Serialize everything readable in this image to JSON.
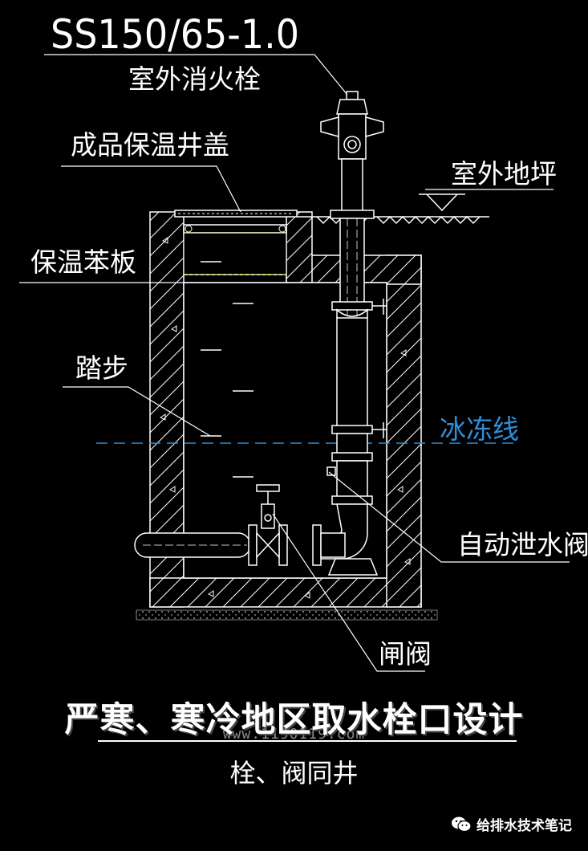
{
  "labels": {
    "model": "SS150/65-1.0",
    "hydrant": "室外消火栓",
    "cover": "成品保温井盖",
    "ground": "室外地坪",
    "insulation": "保温苯板",
    "steps": "踏步",
    "frost_line": "冰冻线",
    "drain_valve": "自动泄水阀",
    "gate_valve": "闸阀"
  },
  "title": "严寒、寒冷地区取水栓口设计",
  "watermark": "www.1190119.com",
  "subtitle": "栓、阀同井",
  "brand": "给排水技术笔记",
  "colors": {
    "background": "#000000",
    "lines": "#ffffff",
    "frost_line": "#2f8fd8",
    "insulation": "#c9d96a"
  },
  "icons": {
    "brand": "wechat-icon"
  }
}
